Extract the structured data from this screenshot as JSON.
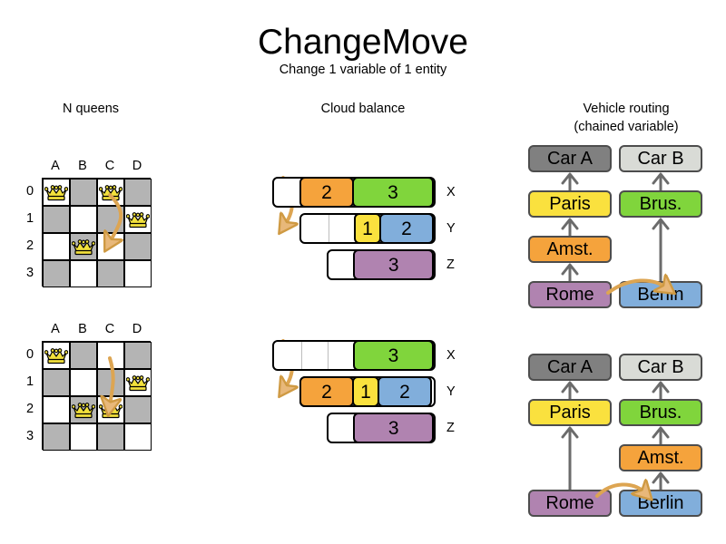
{
  "title": "ChangeMove",
  "subtitle": "Change 1 variable of 1 entity",
  "colors": {
    "orange": "#f5a33c",
    "green": "#80d53c",
    "blue": "#81aedb",
    "yellow": "#fae13e",
    "purple": "#b083b0",
    "dark_gray": "#808080",
    "light_gray": "#d9dbd6",
    "board_dark": "#b4b4b4",
    "board_light": "#ffffff",
    "arrow": "#e8b87a",
    "arrow_stroke": "#d29a42"
  },
  "sections": {
    "nqueens": {
      "heading": "N queens"
    },
    "cloud": {
      "heading": "Cloud balance"
    },
    "vrp": {
      "heading_line1": "Vehicle routing",
      "heading_line2": "(chained variable)"
    }
  },
  "chess": {
    "files": [
      "A",
      "B",
      "C",
      "D"
    ],
    "ranks": [
      "0",
      "1",
      "2",
      "3"
    ],
    "boards": [
      {
        "id": "before",
        "queens": [
          {
            "file": "A",
            "rank": "0"
          },
          {
            "file": "C",
            "rank": "0"
          },
          {
            "file": "D",
            "rank": "1"
          },
          {
            "file": "B",
            "rank": "2"
          }
        ],
        "move": {
          "from": {
            "file": "C",
            "rank": "0"
          },
          "to": {
            "file": "C",
            "rank": "2"
          }
        }
      },
      {
        "id": "after",
        "queens": [
          {
            "file": "A",
            "rank": "0"
          },
          {
            "file": "D",
            "rank": "1"
          },
          {
            "file": "B",
            "rank": "2"
          },
          {
            "file": "C",
            "rank": "2"
          }
        ],
        "move": {
          "from": {
            "file": "C",
            "rank": "0"
          },
          "to": {
            "file": "C",
            "rank": "2"
          }
        }
      }
    ]
  },
  "cloud_balance": {
    "computers": [
      "X",
      "Y",
      "Z"
    ],
    "states": [
      {
        "id": "before",
        "rows": [
          {
            "computer": "X",
            "free_units": 1,
            "processes": [
              {
                "label": "2",
                "units": 2,
                "color": "#f5a33c"
              },
              {
                "label": "3",
                "units": 3,
                "color": "#80d53c"
              }
            ]
          },
          {
            "computer": "Y",
            "free_units": 2,
            "processes": [
              {
                "label": "1",
                "units": 1,
                "color": "#fae13e"
              },
              {
                "label": "2",
                "units": 2,
                "color": "#81aedb"
              }
            ]
          },
          {
            "computer": "Z",
            "free_units": 1,
            "processes": [
              {
                "label": "3",
                "units": 3,
                "color": "#b083b0"
              }
            ]
          }
        ],
        "move": {
          "process": "2",
          "from": "X",
          "to": "Y"
        }
      },
      {
        "id": "after",
        "rows": [
          {
            "computer": "X",
            "free_units": 3,
            "processes": [
              {
                "label": "3",
                "units": 3,
                "color": "#80d53c"
              }
            ]
          },
          {
            "computer": "Y",
            "free_units": 0,
            "processes": [
              {
                "label": "2",
                "units": 2,
                "color": "#f5a33c"
              },
              {
                "label": "1",
                "units": 1,
                "color": "#fae13e"
              },
              {
                "label": "2",
                "units": 2,
                "color": "#81aedb"
              }
            ]
          },
          {
            "computer": "Z",
            "free_units": 1,
            "processes": [
              {
                "label": "3",
                "units": 3,
                "color": "#b083b0"
              }
            ]
          }
        ],
        "move": {
          "process": "2",
          "from": "X",
          "to": "Y"
        }
      }
    ]
  },
  "vehicle_routing": {
    "states": [
      {
        "id": "before",
        "nodes": [
          {
            "name": "Car A",
            "color": "#808080",
            "col": 0,
            "row": 0
          },
          {
            "name": "Car B",
            "color": "#d9dbd6",
            "col": 1,
            "row": 0
          },
          {
            "name": "Paris",
            "color": "#fae13e",
            "col": 0,
            "row": 1
          },
          {
            "name": "Brus.",
            "color": "#80d53c",
            "col": 1,
            "row": 1
          },
          {
            "name": "Amst.",
            "color": "#f5a33c",
            "col": 0,
            "row": 2
          },
          {
            "name": "Rome",
            "color": "#b083b0",
            "col": 0,
            "row": 3
          },
          {
            "name": "Berlin",
            "color": "#81aedb",
            "col": 1,
            "row": 3
          }
        ],
        "chains": [
          [
            "Rome",
            "Amst.",
            "Paris",
            "Car A"
          ],
          [
            "Berlin",
            "Brus.",
            "Car B"
          ]
        ],
        "move": {
          "entity": "Amst.",
          "from": "Rome",
          "to": "Berlin"
        }
      },
      {
        "id": "after",
        "nodes": [
          {
            "name": "Car A",
            "color": "#808080",
            "col": 0,
            "row": 0
          },
          {
            "name": "Car B",
            "color": "#d9dbd6",
            "col": 1,
            "row": 0
          },
          {
            "name": "Paris",
            "color": "#fae13e",
            "col": 0,
            "row": 1
          },
          {
            "name": "Brus.",
            "color": "#80d53c",
            "col": 1,
            "row": 1
          },
          {
            "name": "Amst.",
            "color": "#f5a33c",
            "col": 1,
            "row": 2
          },
          {
            "name": "Rome",
            "color": "#b083b0",
            "col": 0,
            "row": 3
          },
          {
            "name": "Berlin",
            "color": "#81aedb",
            "col": 1,
            "row": 3
          }
        ],
        "chains": [
          [
            "Rome",
            "Paris",
            "Car A"
          ],
          [
            "Berlin",
            "Amst.",
            "Brus.",
            "Car B"
          ]
        ],
        "move": {
          "entity": "Amst.",
          "from": "Rome",
          "to": "Berlin"
        }
      }
    ]
  }
}
